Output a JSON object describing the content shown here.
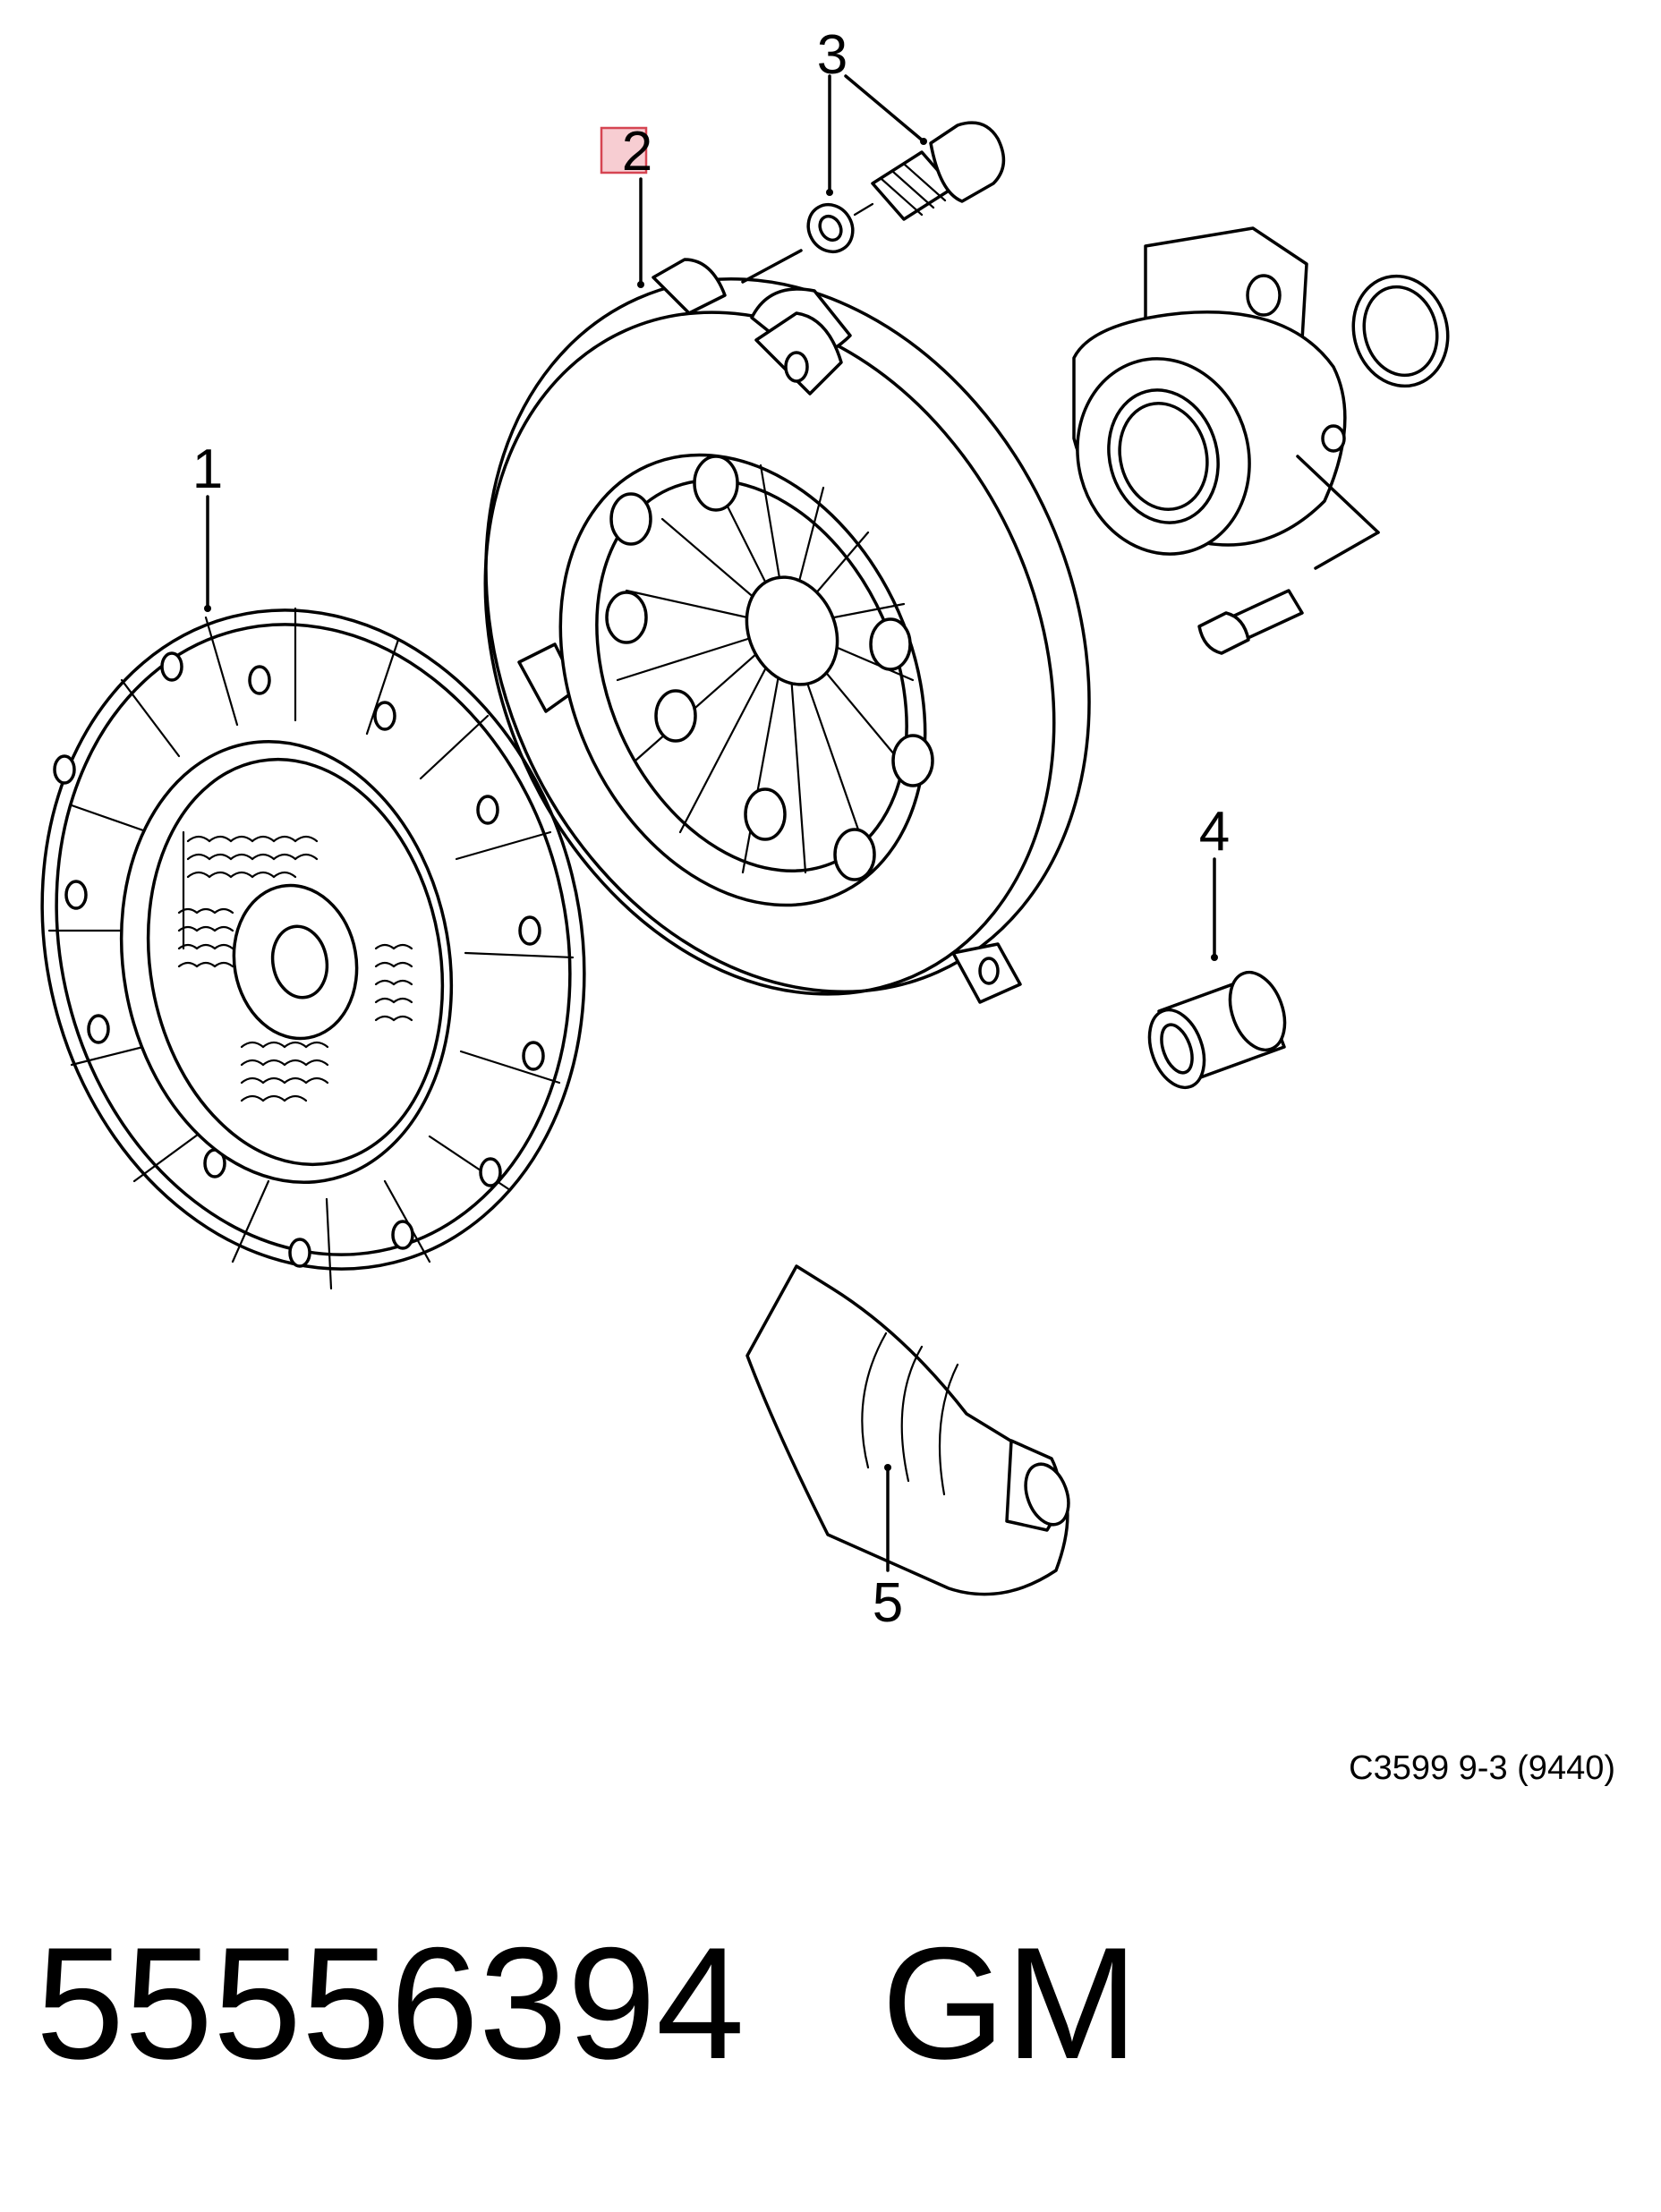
{
  "callouts": {
    "c1": "1",
    "c2": "2",
    "c3": "3",
    "c4": "4",
    "c5": "5"
  },
  "highlighted_callout": "2",
  "reference_code": "C3599 9-3 (9440)",
  "part_number": "55556394",
  "manufacturer": "GM",
  "colors": {
    "line": "#000000",
    "background": "#ffffff",
    "highlight_fill": "#f7cdd2",
    "highlight_border": "#d64552"
  }
}
